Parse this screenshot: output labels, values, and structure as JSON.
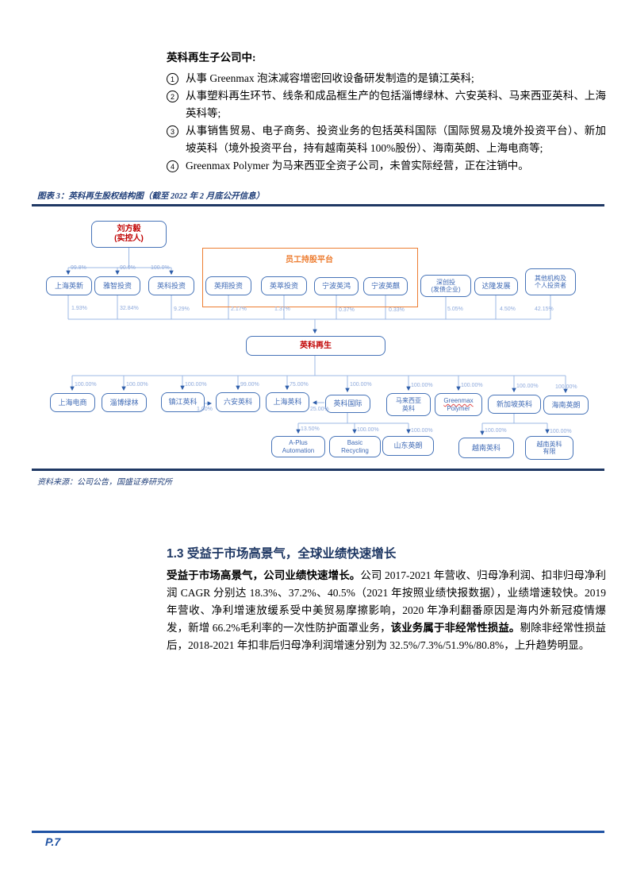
{
  "intro": {
    "heading": "英科再生子公司中:",
    "items": [
      {
        "num": "1",
        "text": "从事 Greenmax 泡沫减容增密回收设备研发制造的是镇江英科;"
      },
      {
        "num": "2",
        "text": "从事塑料再生环节、线条和成品框生产的包括淄博绿林、六安英科、马来西亚英科、上海英科等;"
      },
      {
        "num": "3",
        "text": "从事销售贸易、电子商务、投资业务的包括英科国际（国际贸易及境外投资平台）、新加坡英科（境外投资平台，持有越南英科 100%股份）、海南英朗、上海电商等;"
      },
      {
        "num": "4",
        "text": "Greenmax Polymer 为马来西亚全资子公司，未曾实际经营，正在注销中。"
      }
    ]
  },
  "figure": {
    "caption": "图表 3：英科再生股权结构图（截至 2022 年 2 月底公开信息）",
    "source": "资料来源：公司公告，国盛证券研究所",
    "platform_label": "员工持股平台",
    "nodes": {
      "liu": {
        "line1": "刘方毅",
        "line2": "(实控人)"
      },
      "shanghai_yingxin": {
        "label": "上海英新",
        "pct_top": "99.8%",
        "pct": "1.93%"
      },
      "yazhi": {
        "label": "雅智投资",
        "pct_top": "90.0%",
        "pct": "32.84%"
      },
      "yingke_touzi": {
        "label": "英科投资",
        "pct_top": "100.0%",
        "pct": "9.29%"
      },
      "yingxiang": {
        "label": "英翔投资",
        "pct": "2.17%"
      },
      "yingcui": {
        "label": "英萃投资",
        "pct": "1.37%"
      },
      "ningbo_yinghong": {
        "label": "宁波英鸿",
        "pct": "0.37%"
      },
      "ningbo_yingqi": {
        "label": "宁波英麒",
        "pct": "0.33%"
      },
      "shenchuangtou": {
        "line1": "深创投",
        "line2": "(发债企业)",
        "pct": "5.05%"
      },
      "dalong": {
        "label": "达隆发展",
        "pct": "4.50%"
      },
      "others": {
        "line1": "其他机构及",
        "line2": "个人投资者",
        "pct": "42.15%"
      },
      "intco": {
        "label": "英科再生"
      },
      "shanghai_ds": {
        "label": "上海电商",
        "pct": "100.00%"
      },
      "zibo": {
        "label": "淄博绿林",
        "pct": "100.00%"
      },
      "zhenjiang": {
        "label": "镇江英科",
        "pct": "100.00%"
      },
      "luan": {
        "label": "六安英科",
        "pct": "99.00%"
      },
      "shanghai_yingke": {
        "label": "上海英科",
        "pct": "75.00%"
      },
      "intl": {
        "label": "英科国际",
        "pct": "100.00%"
      },
      "malaysia": {
        "line1": "马来西亚",
        "line2": "英科",
        "pct": "100.00%"
      },
      "greenmax": {
        "line1": "Greenmax",
        "line2": "Polymer",
        "pct": "100.00%"
      },
      "singapore": {
        "label": "新加坡英科",
        "pct": "100.00%"
      },
      "hainan": {
        "label": "海南英朗",
        "pct": "100.00%"
      },
      "aplus": {
        "line1": "A-Plus",
        "line2": "Automation",
        "pct": "13.50%"
      },
      "basic": {
        "line1": "Basic",
        "line2": "Recycling",
        "pct": "100.00%"
      },
      "shandong": {
        "label": "山东英朗",
        "pct": "100.00%"
      },
      "vietnam": {
        "label": "越南英科",
        "pct": "100.00%"
      },
      "vietnam_ltd": {
        "line1": "越南英科",
        "line2": "有限",
        "pct": "100.00%"
      }
    },
    "cross_edges": {
      "zhenjiang_to_luan": "1.00%",
      "intl_to_shanghai_yingke": "25.00%"
    }
  },
  "section": {
    "heading": "1.3 受益于市场高景气，全球业绩快速增长",
    "paragraph": {
      "seg1": "受益于市场高景气，公司业绩快速增长。",
      "seg2": "公司 2017-2021 年营收、归母净利润、扣非归母净利润 CAGR 分别达 18.3%、37.2%、40.5%（2021 年按照业绩快报数据），业绩增速较快。2019 年营收、净利增速放缓系受中美贸易摩擦影响，2020 年净利翻番原因是海内外新冠疫情爆发，新增 66.2%毛利率的一次性防护面罩业务，",
      "seg3": "该业务属于非经常性损益。",
      "seg4": "剔除非经常性损益后，2018-2021 年扣非后归母净利润增速分别为 32.5%/7.3%/51.9%/80.8%，上升趋势明显。"
    }
  },
  "footer": {
    "page_label": "P.7"
  }
}
